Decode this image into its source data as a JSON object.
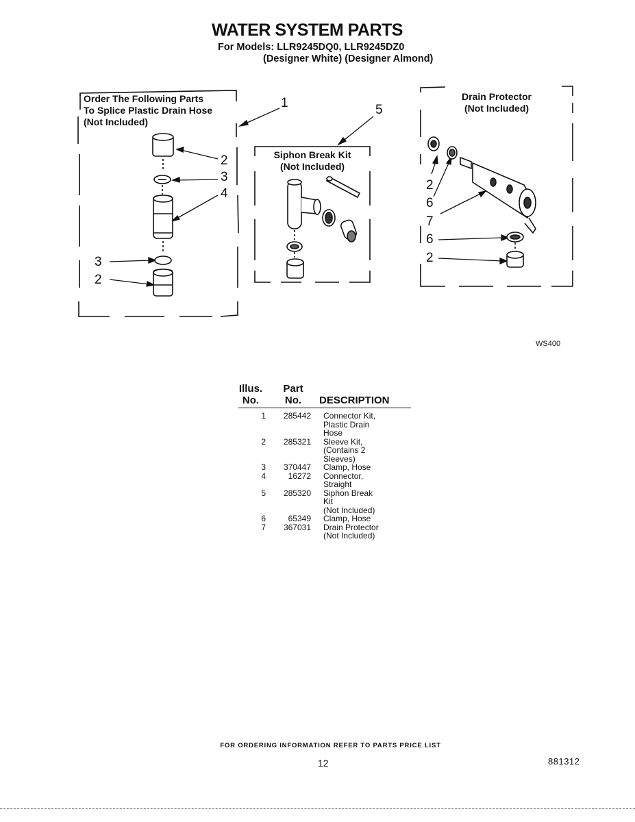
{
  "header": {
    "title": "WATER SYSTEM PARTS",
    "models_line": "For Models: LLR9245DQ0, LLR9245DZ0",
    "variants_line": "(Designer White) (Designer Almond)"
  },
  "diagram": {
    "splice_box": {
      "line1": "Order The Following Parts",
      "line2": "To Splice Plastic Drain Hose",
      "line3": "(Not Included)"
    },
    "siphon_box": {
      "line1": "Siphon Break Kit",
      "line2": "(Not Included)"
    },
    "drain_box": {
      "line1": "Drain Protector",
      "line2": "(Not Included)"
    },
    "callouts": {
      "c1": "1",
      "c5": "5",
      "s2a": "2",
      "s3a": "3",
      "s4": "4",
      "s3b": "3",
      "s2b": "2",
      "d2a": "2",
      "d6a": "6",
      "d7": "7",
      "d6b": "6",
      "d2b": "2"
    },
    "figure_code": "WS400"
  },
  "parts_table": {
    "headers": {
      "illus_line1": "Illus.",
      "illus_line2": "No.",
      "part_line1": "Part",
      "part_line2": "No.",
      "description": "DESCRIPTION"
    },
    "rows": [
      {
        "illus": "1",
        "part": "285442",
        "desc": [
          "Connector Kit,",
          "Plastic Drain",
          "Hose"
        ]
      },
      {
        "illus": "2",
        "part": "285321",
        "desc": [
          "Sleeve Kit,",
          "(Contains 2",
          "Sleeves)"
        ]
      },
      {
        "illus": "3",
        "part": "370447",
        "desc": [
          "Clamp, Hose"
        ]
      },
      {
        "illus": "4",
        "part": "16272",
        "desc": [
          "Connector,",
          "Straight"
        ]
      },
      {
        "illus": "5",
        "part": "285320",
        "desc": [
          "Siphon Break",
          "Kit",
          "(Not Included)"
        ]
      },
      {
        "illus": "6",
        "part": "65349",
        "desc": [
          "Clamp, Hose"
        ]
      },
      {
        "illus": "7",
        "part": "367031",
        "desc": [
          "Drain Protector",
          "(Not Included)"
        ]
      }
    ]
  },
  "footer": {
    "ordering_note": "FOR ORDERING INFORMATION REFER TO PARTS PRICE LIST",
    "page_number": "12",
    "doc_number": "881312"
  }
}
